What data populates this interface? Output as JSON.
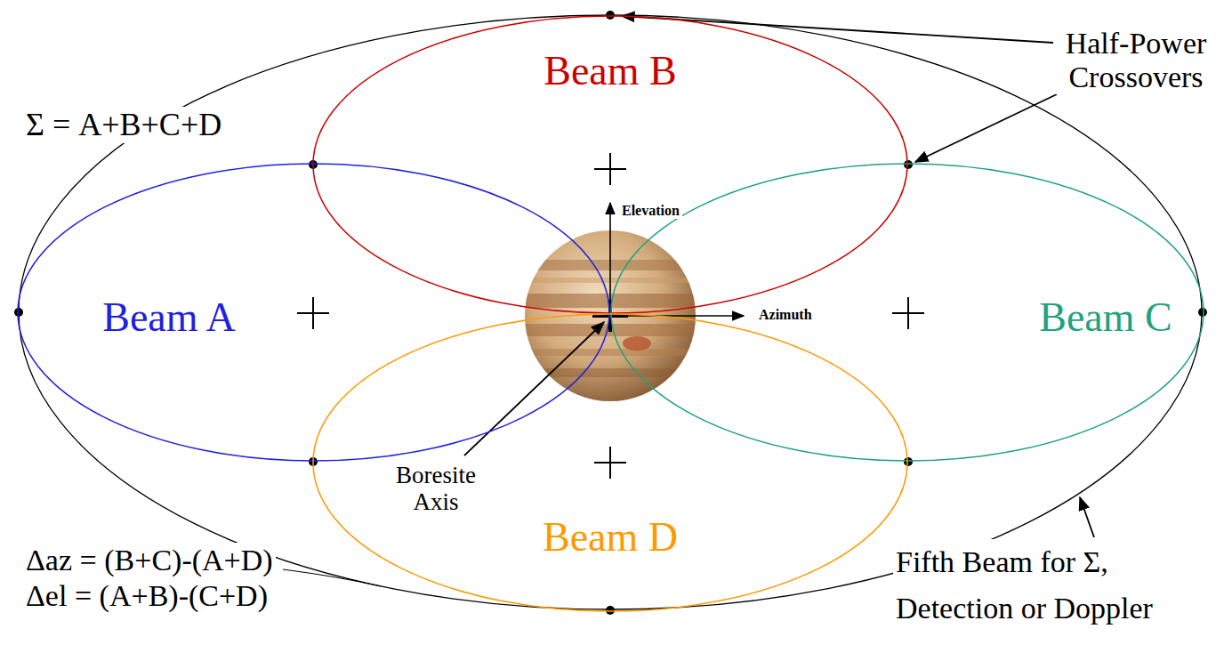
{
  "diagram": {
    "nodes": [
      {
        "text": [
          "Beam B"
        ]
      },
      {
        "text": [
          "Beam A"
        ]
      },
      {
        "text": [
          "Beam C"
        ]
      },
      {
        "text": [
          "Beam D"
        ]
      }
    ],
    "labels": [
      "Half-Power Crossovers",
      "Σ = A+B+C+D",
      "Elevation",
      "Azimuth",
      "Boresite Axis",
      "Δaz = (B+C)-(A+D)",
      "Δel = (A+B)-(C+D)",
      "Fifth Beam for Σ, Detection or Doppler"
    ]
  }
}
